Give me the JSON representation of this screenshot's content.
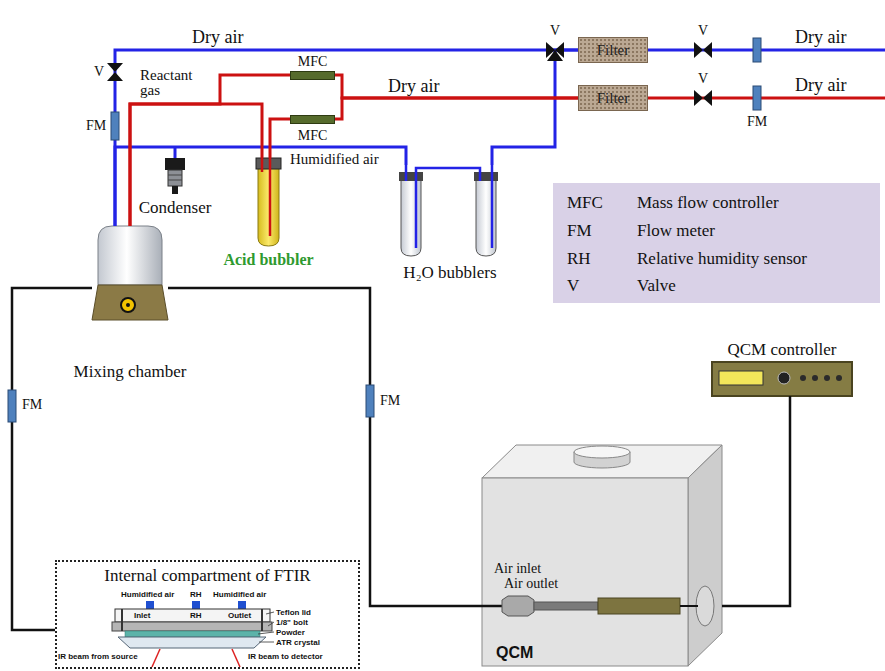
{
  "diagram": {
    "nodes": [
      {
        "text": [
          "Filter"
        ]
      },
      {
        "text": [
          "Filter"
        ]
      },
      {
        "text": [
          "MFC"
        ]
      },
      {
        "text": [
          "MFC"
        ]
      },
      {
        "text": [
          "Condenser"
        ]
      },
      {
        "text": [
          "Acid bubbler"
        ]
      },
      {
        "text": [
          "H₂O bubblers"
        ]
      },
      {
        "text": [
          "MFC",
          "Mass flow controller",
          "FM",
          "Flow meter",
          "RH",
          "Relative humidity sensor",
          "V",
          "Valve"
        ]
      },
      {
        "text": [
          "Mixing chamber"
        ]
      },
      {
        "text": [
          "QCM controller"
        ]
      },
      {
        "text": [
          "Internal compartment of FTIR"
        ]
      },
      {
        "text": [
          "Air inlet",
          "Air outlet",
          "QCM"
        ]
      }
    ],
    "edges": [
      {
        "from": 0,
        "to": 8,
        "arrow": "none"
      },
      {
        "from": 0,
        "to": 6,
        "arrow": "none"
      },
      {
        "from": 6,
        "to": 8,
        "arrow": "none"
      },
      {
        "from": 1,
        "to": 2,
        "arrow": "none"
      },
      {
        "from": 1,
        "to": 3,
        "arrow": "none"
      },
      {
        "from": 2,
        "to": 8,
        "arrow": "none"
      },
      {
        "from": 3,
        "to": 5,
        "arrow": "none"
      },
      {
        "from": 5,
        "to": 8,
        "arrow": "none"
      },
      {
        "from": 8,
        "to": 10,
        "arrow": "none"
      },
      {
        "from": 8,
        "to": 11,
        "arrow": "none"
      },
      {
        "from": 9,
        "to": 11,
        "arrow": "none"
      }
    ],
    "labels": [
      "Dry air",
      "Dry air",
      "Dry air",
      "Dry air",
      "V",
      "V",
      "V",
      "V",
      "FM",
      "FM",
      "FM",
      "FM",
      "Reactant gas",
      "Humidified air",
      "Humidified air",
      "Humidified air",
      "RH",
      "Inlet",
      "RH",
      "Outlet",
      "Teflon lid",
      "1/8\" bolt",
      "Powder",
      "ATR crystal",
      "IR beam from source",
      "IR beam to detector"
    ]
  }
}
